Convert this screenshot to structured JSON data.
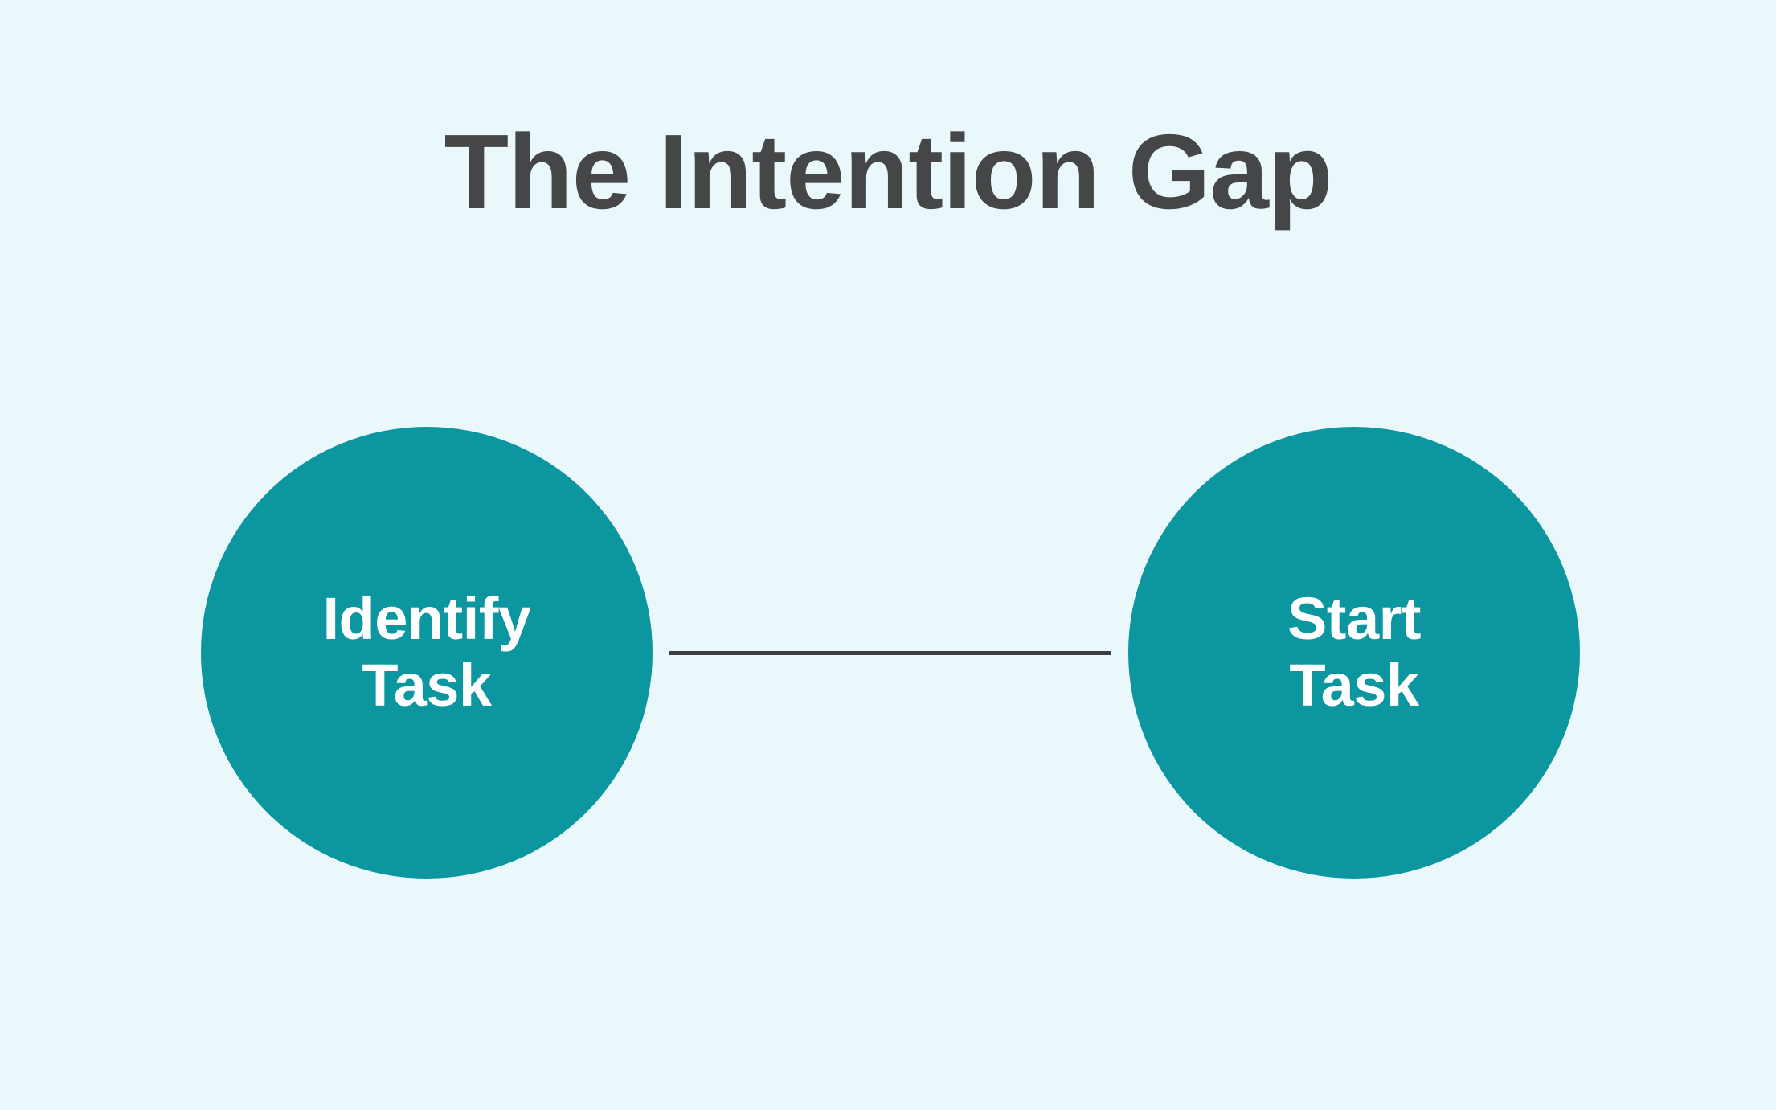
{
  "background_color": "#eaf8fb",
  "title": {
    "text": "The Intention Gap",
    "color": "#454647"
  },
  "diagram": {
    "type": "flow",
    "connector": {
      "style": "solid-line",
      "color": "#3c3e3f",
      "from": "identify-task",
      "to": "start-task"
    },
    "nodes": [
      {
        "id": "identify-task",
        "shape": "circle",
        "fill": "#0c96a0",
        "text_color": "#ffffff",
        "lines": [
          "Identify",
          "Task"
        ]
      },
      {
        "id": "start-task",
        "shape": "circle",
        "fill": "#0c96a0",
        "text_color": "#ffffff",
        "lines": [
          "Start",
          "Task"
        ]
      }
    ]
  }
}
